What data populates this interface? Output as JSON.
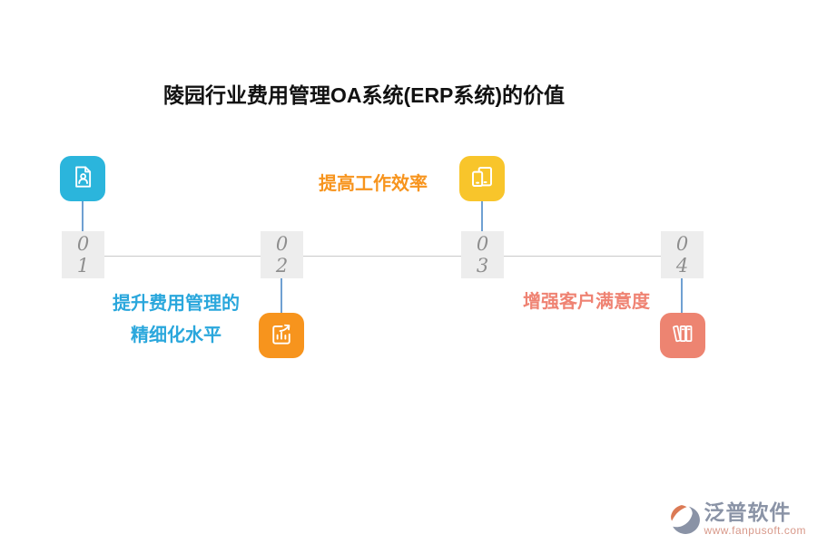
{
  "title": "陵园行业费用管理OA系统(ERP系统)的价值",
  "timeline": {
    "nodes": [
      {
        "digit_top": "0",
        "digit_bottom": "1",
        "icon": "id-document-icon",
        "icon_color": "#2bb5dc",
        "icon_position": "above-line"
      },
      {
        "digit_top": "0",
        "digit_bottom": "2",
        "icon": "chart-growth-icon",
        "icon_color": "#f7941d",
        "icon_position": "below-line"
      },
      {
        "digit_top": "0",
        "digit_bottom": "3",
        "icon": "devices-icon",
        "icon_color": "#f8c52b",
        "icon_position": "above-line"
      },
      {
        "digit_top": "0",
        "digit_bottom": "4",
        "icon": "books-archive-icon",
        "icon_color": "#ed8471",
        "icon_position": "below-line"
      }
    ],
    "line_color": "#c9c9c9",
    "connector_color": "#6fa0d2",
    "number_box_bg": "#ededed",
    "number_color": "#8e8e8e"
  },
  "labels": {
    "expense_refinement": {
      "line1": "提升费用管理的",
      "line2": "精细化水平",
      "color": "#2aa7dc"
    },
    "work_efficiency": {
      "text": "提高工作效率",
      "color": "#f7941d"
    },
    "customer_satisfaction": {
      "text": "增强客户满意度",
      "color": "#ef8373"
    }
  },
  "watermark": {
    "brand": "泛普软件",
    "url": "www.fanpusoft.com",
    "brand_color": "#8a93a6",
    "url_color": "#d8998a"
  }
}
